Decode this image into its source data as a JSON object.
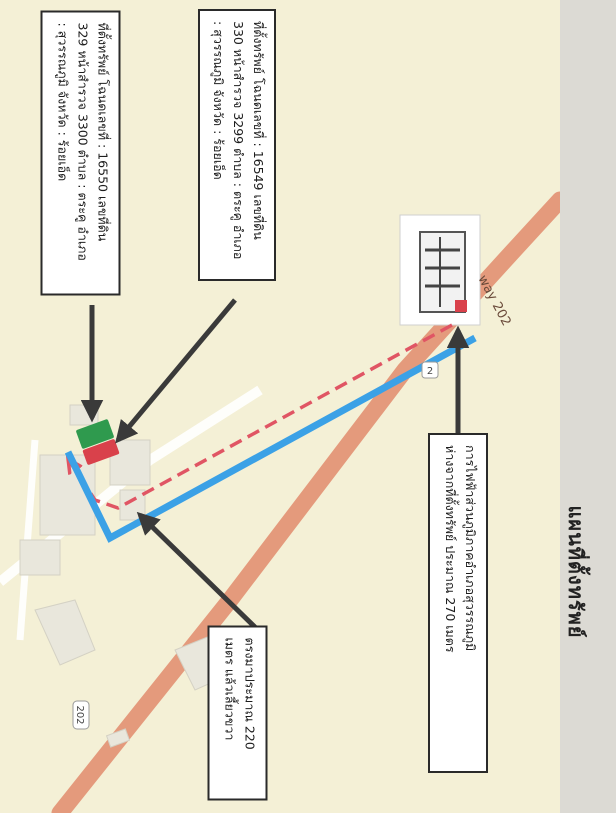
{
  "title": "แผนที่ตั้งทรัพย์",
  "callouts": {
    "plot_16549": {
      "lines": [
        "ที่ตั้งทรัพย์ โฉนดเลขที่ : 16549 เลขที่ดิน",
        "330 หน้าสำรวจ 3299 ตำบล : ตระคู อำเภอ",
        ": สุวรรณภูมิ จังหวัด : ร้อยเอ็ด"
      ]
    },
    "plot_16550": {
      "lines": [
        "ที่ตั้งทรัพย์ โฉนดเลขที่ : 16550 เลขที่ดิน",
        "329 หน้าสำรวจ 3300 ตำบล : ตระคู อำเภอ",
        ": สุวรรณภูมิ จังหวัด : ร้อยเอ็ด"
      ]
    },
    "route_directions": {
      "lines": [
        "การไฟฟ้าส่วนภูมิภาคอำเภอสุวรรณภูมิ",
        "ห่างจากที่ตั้งทรัพย์ ประมาณ 270 เมตร"
      ]
    },
    "straight_segment": {
      "lines": [
        "ตรงมาประมาณ 220",
        "เมตร แล้วเลี้ยวขวา"
      ]
    }
  },
  "road_labels": {
    "highway_text": "way 202",
    "shield_upper": "2",
    "shield_lower": "202"
  },
  "colors": {
    "map_background": "#f4f0d6",
    "highway": "#e49a7c",
    "route_blue": "#3ba1e6",
    "route_red_dashed": "#e05564",
    "plot_green": "#2f9a4e",
    "plot_red": "#d9414b",
    "callout_border": "#2a2a2a"
  },
  "icons": {
    "landmark": "building-icon",
    "arrows": "callout-arrow-icon"
  }
}
